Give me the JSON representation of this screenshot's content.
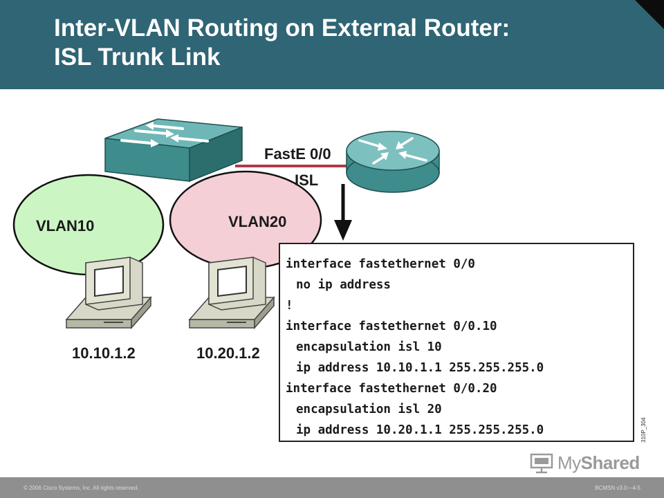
{
  "header": {
    "title_line1": "Inter-VLAN Routing on External Router:",
    "title_line2": "ISL Trunk Link"
  },
  "diagram": {
    "vlan10_label": "VLAN10",
    "vlan20_label": "VLAN20",
    "port_label": "FastE 0/0",
    "link_label": "ISL",
    "host1_ip": "10.10.1.2",
    "host2_ip": "10.20.1.2",
    "colors": {
      "vlan10_fill": "#ccf5c4",
      "vlan20_fill": "#f5cfd6",
      "trunk_link": "#b03a4a",
      "device_teal": "#3e8c8c"
    }
  },
  "config": {
    "lines": [
      "interface fastethernet 0/0",
      "no ip address",
      "!",
      "interface fastethernet 0/0.10",
      "encapsulation isl 10",
      "ip address 10.10.1.1 255.255.255.0",
      "interface fastethernet 0/0.20",
      "encapsulation isl 20",
      "ip address 10.20.1.1 255.255.255.0"
    ]
  },
  "slide_id": "310P_304",
  "watermark": {
    "prefix": "My",
    "suffix": "Shared"
  },
  "footer": {
    "copyright": "© 2006 Cisco Systems, Inc. All rights reserved.",
    "course": "BCMSN v3.0—4-5"
  }
}
